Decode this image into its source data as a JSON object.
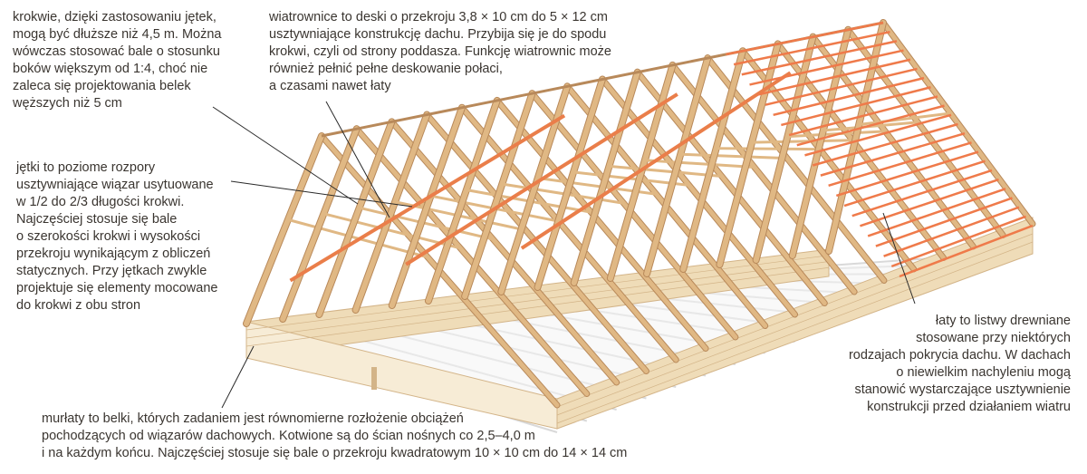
{
  "captions": {
    "krokwie": [
      "krokwie, dzięki zastosowaniu jętek,",
      "mogą być dłuższe niż 4,5 m. Można",
      "wówczas stosować bale o stosunku",
      "boków większym od 1:4, choć nie",
      "zaleca się projektowania belek",
      "węższych niż 5 cm"
    ],
    "wiatrownice": [
      "wiatrownice to deski o przekroju 3,8 × 10 cm do 5 × 12 cm",
      "usztywniające konstrukcję dachu. Przybija się je do spodu",
      "krokwi, czyli od strony poddasza. Funkcję wiatrownic może",
      "również pełnić pełne deskowanie połaci,",
      "a czasami nawet łaty"
    ],
    "jetki": [
      "jętki to poziome rozpory",
      "usztywniające wiązar usytuowane",
      "w 1/2 do 2/3 długości krokwi.",
      "Najczęściej stosuje się bale",
      "o szerokości krokwi i wysokości",
      "przekroju wynikającym z obliczeń",
      "statycznych. Przy jętkach zwykle",
      "projektuje się elementy mocowane",
      "do krokwi z obu stron"
    ],
    "laty": [
      "łaty to listwy drewniane",
      "stosowane przy niektórych",
      "rodzajach pokrycia dachu. W dachach",
      "o niewielkim nachyleniu mogą",
      "stanowić wystarczające usztywnienie",
      "konstrukcji przed działaniem wiatru"
    ],
    "murlaty": [
      "murłaty to belki, których zadaniem jest równomierne rozłożenie obciążeń",
      "pochodzących od wiązarów dachowych. Kotwione są do ścian nośnych co 2,5–4,0 m",
      "i na każdym końcu. Najczęściej stosuje się bale o przekroju kwadratowym 10 × 10 cm do 14 × 14 cm"
    ]
  },
  "colors": {
    "rafter": "#e0b884",
    "rafter_edge": "#b8895a",
    "brace": "#ea7e4a",
    "batten": "#ef7a4a",
    "wall": "#efdcb8",
    "wall_line": "#d3b488",
    "text": "#3a3530"
  }
}
